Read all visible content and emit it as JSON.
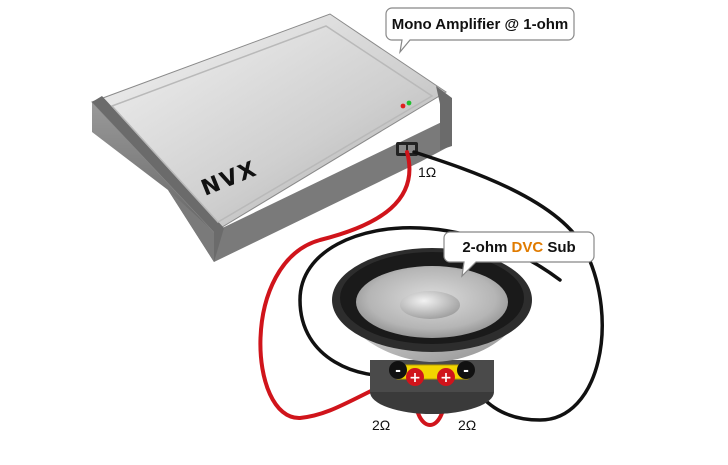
{
  "amplifier": {
    "brand": "NVX",
    "callout": "Mono Amplifier @ 1-ohm",
    "output_impedance": "1Ω"
  },
  "subwoofer": {
    "callout_prefix": "2-ohm ",
    "callout_highlight": "DVC",
    "callout_suffix": " Sub",
    "coil_left_impedance": "2Ω",
    "coil_right_impedance": "2Ω",
    "terminals": [
      "-",
      "+",
      "+",
      "-"
    ]
  },
  "colors": {
    "positive_wire": "#d0141b",
    "negative_wire": "#111111",
    "highlight": "#e07b00",
    "terminal_bridge": "#f2d500"
  }
}
